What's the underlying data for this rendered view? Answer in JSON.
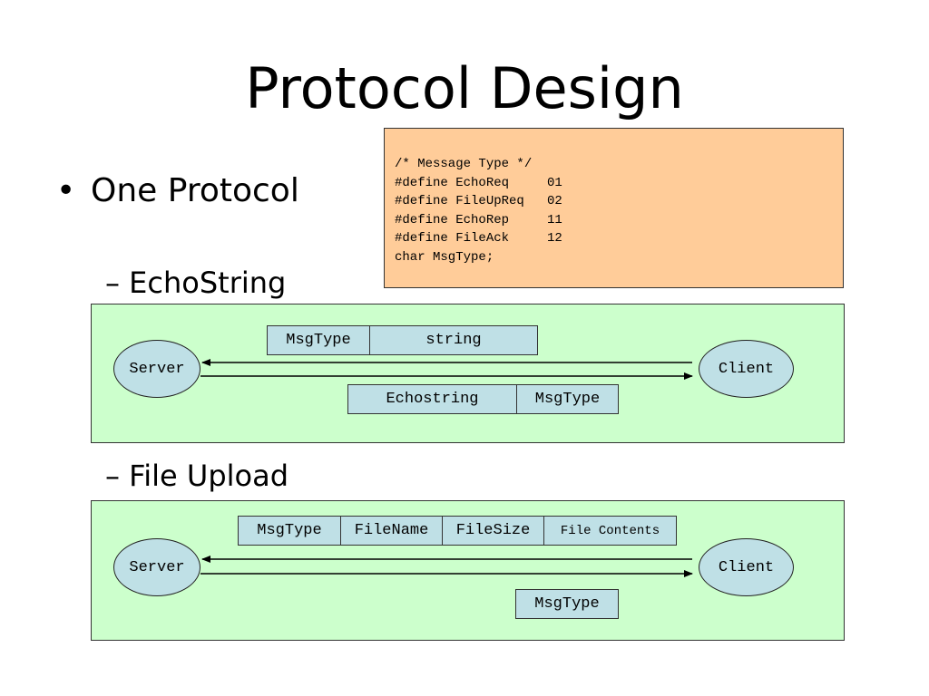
{
  "title": "Protocol Design",
  "bullet": {
    "mark": "•",
    "text": "One Protocol"
  },
  "code": {
    "lines": "/* Message Type */\n#define EchoReq     01\n#define FileUpReq   02\n#define EchoRep     11\n#define FileAck     12\nchar MsgType;"
  },
  "echo": {
    "heading": "– EchoString",
    "server": "Server",
    "client": "Client",
    "request_fields": [
      "MsgType",
      "string"
    ],
    "reply_fields": [
      "Echostring",
      "MsgType"
    ]
  },
  "upload": {
    "heading": "– File Upload",
    "server": "Server",
    "client": "Client",
    "request_fields": [
      "MsgType",
      "FileName",
      "FileSize",
      "File Contents"
    ],
    "reply_fields": [
      "MsgType"
    ]
  },
  "colors": {
    "code_bg": "#ffcc99",
    "panel_bg": "#ccffcc",
    "field_bg": "#bfe0e6"
  }
}
